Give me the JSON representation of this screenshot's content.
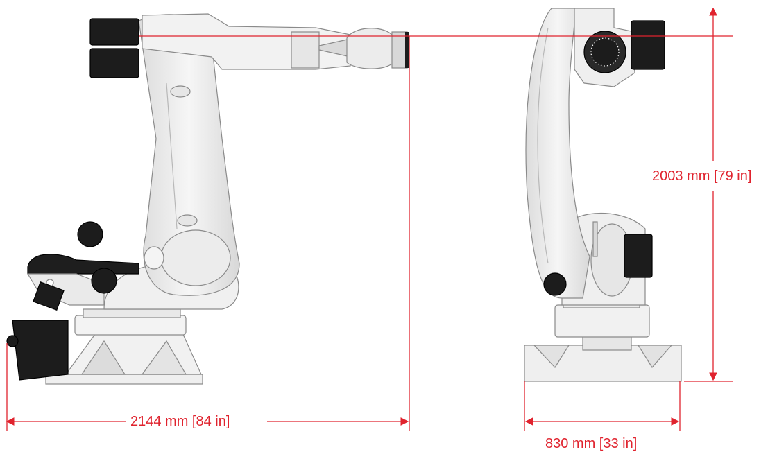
{
  "dimensions": {
    "reach": "2144 mm [84 in]",
    "height": "2003 mm [79 in]",
    "base_width": "830 mm [33 in]"
  },
  "colors": {
    "dimension_line": "#e0232e",
    "robot_body": "#eeeeee",
    "robot_outline": "#8a8a8a",
    "motor": "#1c1c1c"
  }
}
